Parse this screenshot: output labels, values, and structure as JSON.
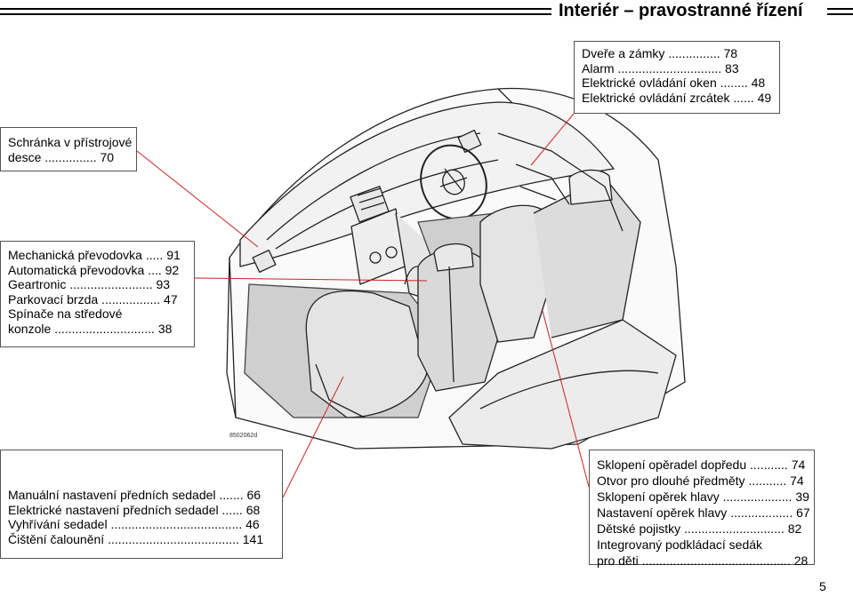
{
  "header": {
    "title": "Interiér – pravostranné řízení"
  },
  "callouts": {
    "doors": {
      "lines": [
        "Dveře a zámky ............... 78",
        "Alarm .............................. 83",
        "Elektrické ovládání oken ........ 48",
        "Elektrické ovládání zrcátek ...... 49"
      ]
    },
    "glovebox": {
      "lines": [
        "Schránka v přístrojové",
        "desce ............... 70"
      ]
    },
    "gear": {
      "lines": [
        "Mechanická převodovka ..... 91",
        "Automatická převodovka .... 92",
        "Geartronic ........................ 93",
        "Parkovací brzda ................. 47",
        "Spínače na středové",
        "konzole ............................. 38"
      ]
    },
    "seats": {
      "lines": [
        "Manuální nastavení předních sedadel ....... 66",
        "Elektrické nastavení předních sedadel ...... 68",
        "Vyhřívání sedadel ...................................... 46",
        "Čištění čalounění ...................................... 141"
      ]
    },
    "rear": {
      "lines": [
        "Sklopení opěradel dopředu ........... 74",
        "Otvor pro dlouhé předměty ........... 74",
        "Sklopení opěrek hlavy .................... 39",
        "Nastavení opěrek hlavy .................. 67",
        "Dětské pojistky ............................. 82",
        "Integrovaný podkládací sedák",
        "pro děti ........................................... 28"
      ]
    }
  },
  "figure": {
    "ref_code": "8502062d"
  },
  "page": {
    "number": "5"
  },
  "colors": {
    "leader_line": "#cc2222",
    "floor": "#cfcfcf",
    "outline": "#222222"
  }
}
